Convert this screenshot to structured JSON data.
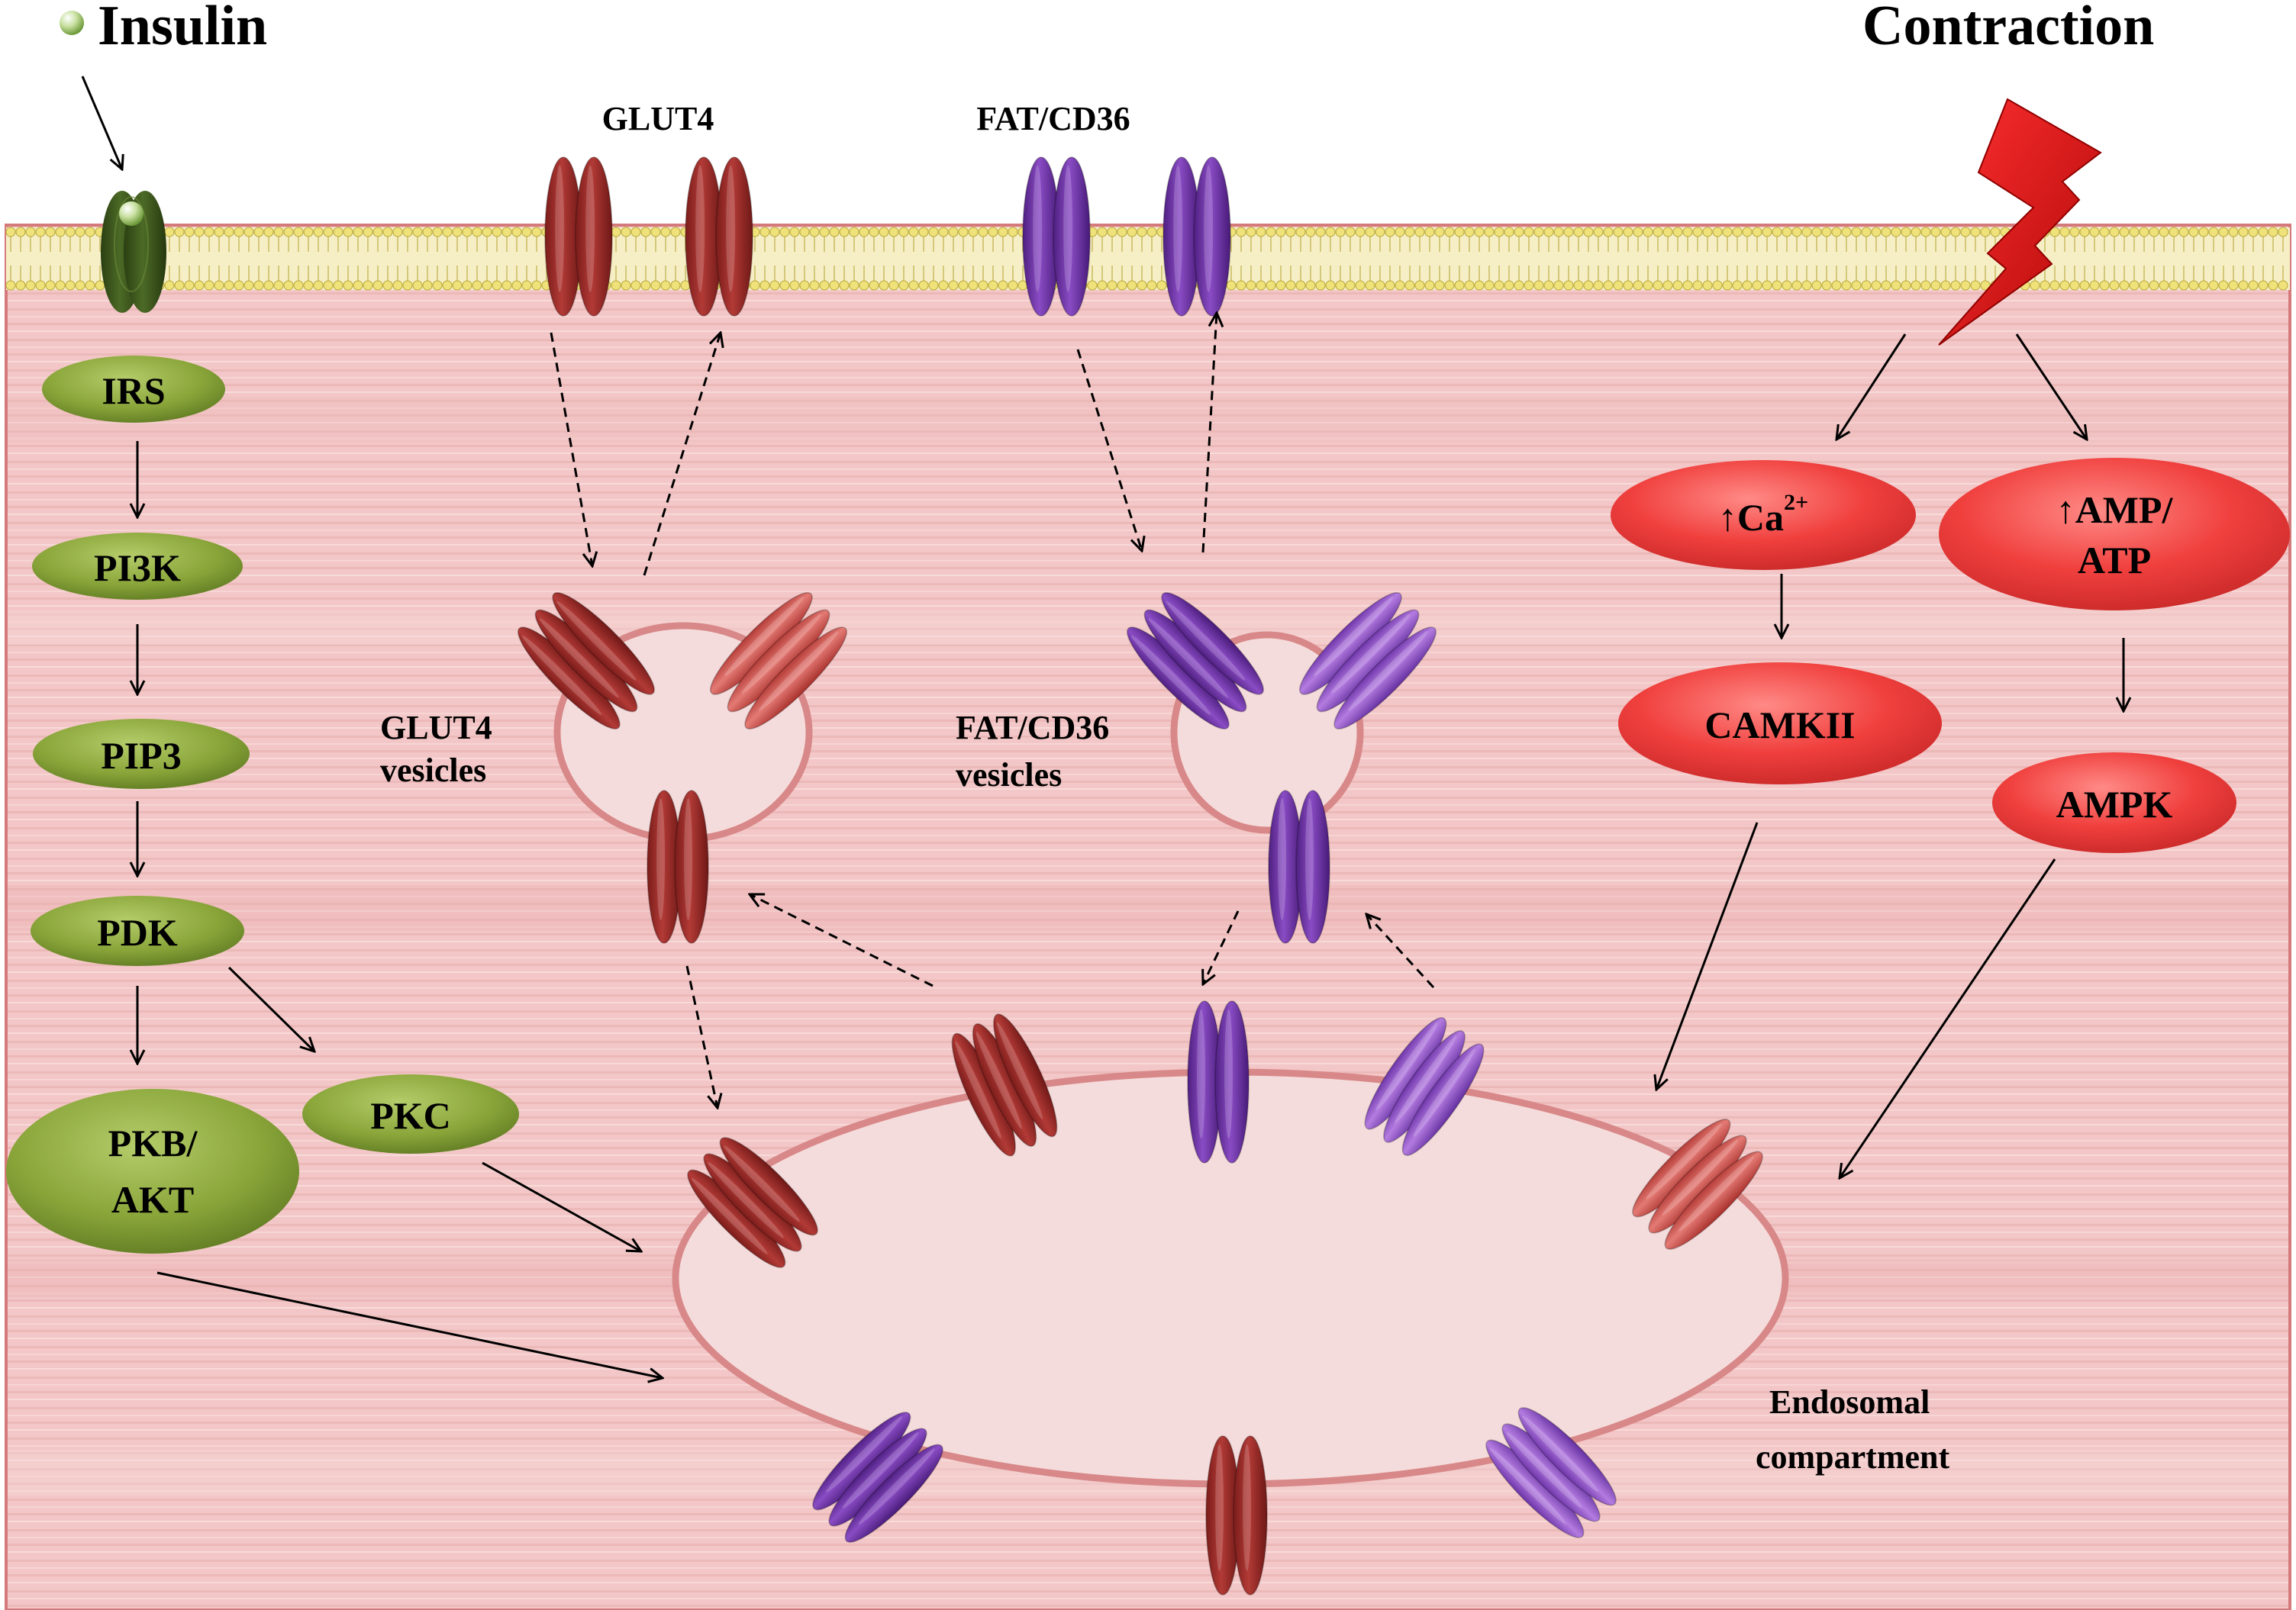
{
  "headings": {
    "insulin": "Insulin",
    "contraction": "Contraction"
  },
  "transporter_labels": {
    "glut4": "GLUT4",
    "fatcd36": "FAT/CD36"
  },
  "vesicle_labels": {
    "glut4_line1": "GLUT4",
    "glut4_line2": "vesicles",
    "fat_line1": "FAT/CD36",
    "fat_line2": "vesicles"
  },
  "insulin_pathway": {
    "irs": "IRS",
    "pi3k": "PI3K",
    "pip3": "PIP3",
    "pdk": "PDK",
    "pkc": "PKC",
    "pkb_line1": "PKB/",
    "pkb_line2": "AKT"
  },
  "contraction_pathway": {
    "ca_prefix": "↑Ca",
    "ca_superscript": "2+",
    "amp_line1": "↑AMP/",
    "amp_line2": "ATP",
    "camkii": "CAMKII",
    "ampk": "AMPK"
  },
  "compartment": {
    "line1": "Endosomal",
    "line2": "compartment"
  },
  "colors": {
    "cell_background": "#f2c4c4",
    "membrane_lipid": "#f2e68c",
    "insulin_receptor": "#3f5a1e",
    "insulin_node": "#8aa63a",
    "contraction_node": "#f0403e",
    "glut4": "#a8322e",
    "glut4_vesicle": "#d86460",
    "fatcd36": "#7a3cb0",
    "fatcd36_vesicle": "#a066d0",
    "vesicle_fill": "#f5dcdc",
    "vesicle_stroke": "#d88888",
    "lightning": "#e01010"
  }
}
